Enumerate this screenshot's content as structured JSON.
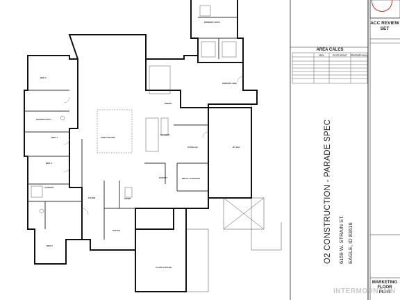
{
  "title_block": {
    "review_line1": "ACC REVIEW",
    "review_line2": "SET",
    "project_title": "O2 CONSTRUCTION - PARADE SPEC",
    "address_line1": "6159 W. STRAIN ST.",
    "address_line2": "EAGLE, ID 83616",
    "sheet_title_line1": "MARKETING",
    "sheet_title_line2": "FLOOR",
    "sheet_title_line3": "PLAN"
  },
  "area_calcs": {
    "title": "AREA CALCS",
    "headers": [
      "",
      "AREA",
      "PLATE HEIGHT",
      "PROPOSED WALL"
    ]
  },
  "rooms": {
    "bed2": "BED 2",
    "shared_bath": "SHARED BATH",
    "bed3": "BED 3",
    "bed4": "BED 4",
    "laundry": "LAUNDRY",
    "bed5": "BED 5",
    "great_room": "GREAT ROOM",
    "dining": "DINING",
    "kitchen": "KITCHEN",
    "pantry": "PANTRY",
    "primary_bed": "PRIMARY BED",
    "primary_bath": "PRIMARY BATH",
    "storage": "STORAGE",
    "rv_bay": "RV BAY",
    "mech_storage": "MECH / STORAGE",
    "foyer": "FOYER",
    "office": "OFFICE",
    "garage": "3-CAR GARAGE",
    "powder": "POWD"
  },
  "watermark": "INTERMOUNTAIN"
}
